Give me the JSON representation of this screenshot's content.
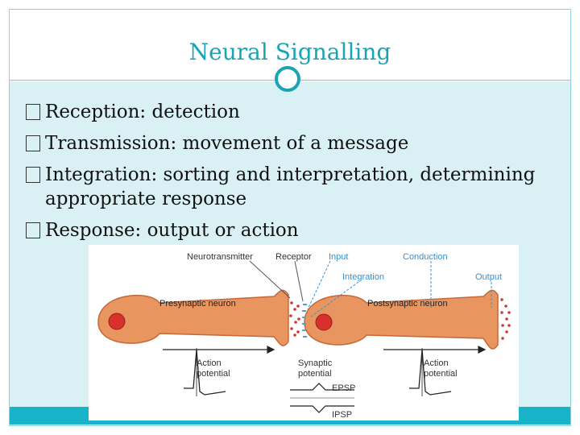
{
  "slide": {
    "title": "Neural Signalling",
    "bullet_glyph": "�",
    "bullets": [
      {
        "text": "Reception: detection"
      },
      {
        "text": "Transmission: movement of a message"
      },
      {
        "text": "Integration: sorting and interpretation, determining appropriate response"
      },
      {
        "text": "Response: output or action"
      }
    ]
  },
  "diagram": {
    "labels": {
      "neurotransmitter": "Neurotransmitter",
      "receptor": "Receptor",
      "input": "Input",
      "conduction": "Conduction",
      "integration": "Integration",
      "output": "Output",
      "presynaptic": "Presynaptic neuron",
      "postsynaptic": "Postsynaptic neuron",
      "action_potential_1_line1": "Action",
      "action_potential_1_line2": "potential",
      "synaptic_line1": "Synaptic",
      "synaptic_line2": "potential",
      "epsp": "EPSP",
      "ipsp": "IPSP",
      "action_potential_2_line1": "Action",
      "action_potential_2_line2": "potential"
    },
    "colors": {
      "neuron_fill": "#e9955f",
      "neuron_stroke": "#c7683a",
      "nucleus": "#d8312b",
      "label_blue": "#3a8fd0",
      "label_dark": "#333333",
      "dots": "#cc3a3a",
      "receptor": "#4a9fd8"
    }
  },
  "theme": {
    "accent": "#1aa3b5",
    "content_bg": "#d9f1f5",
    "bar": "#19b3c9"
  }
}
